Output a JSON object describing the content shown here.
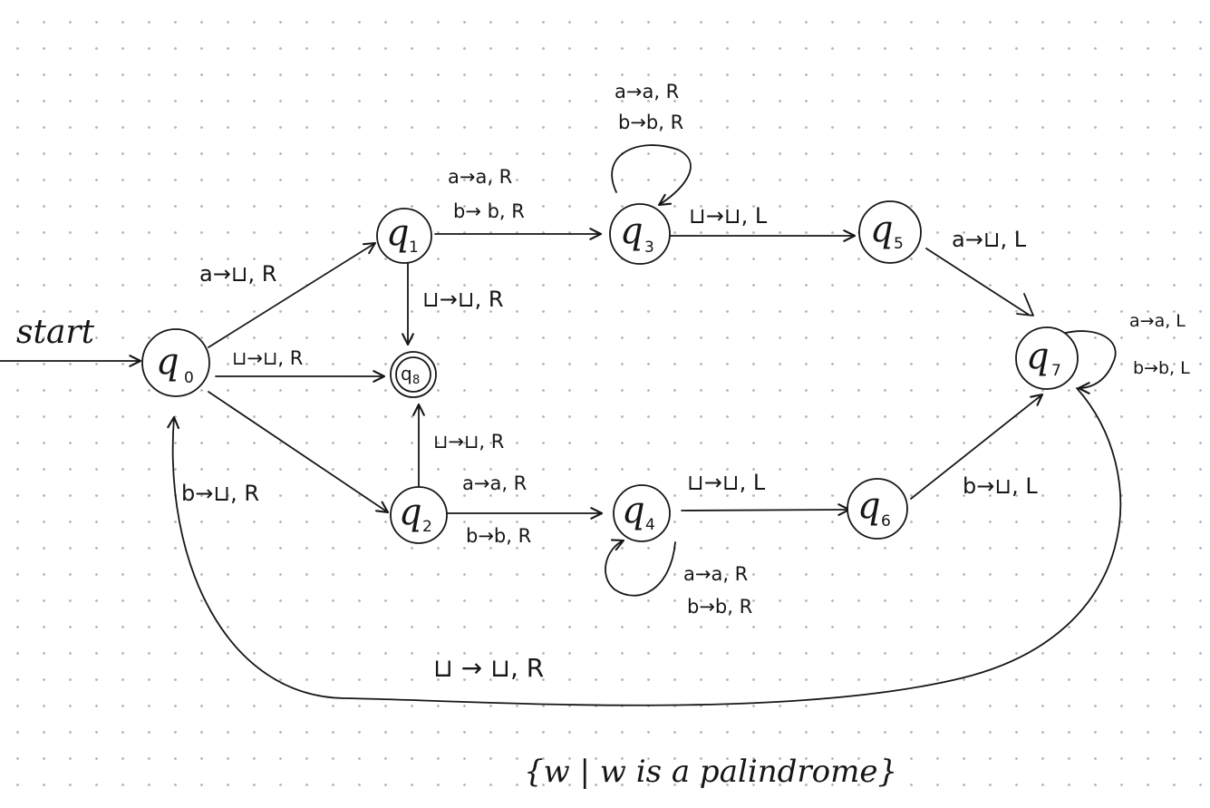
{
  "diagram": {
    "start_label": "start",
    "caption": "{w | w is a palindrome}",
    "states": [
      {
        "id": "q0",
        "letter": "q",
        "sub": "0",
        "accept": false
      },
      {
        "id": "q1",
        "letter": "q",
        "sub": "1",
        "accept": false
      },
      {
        "id": "q2",
        "letter": "q",
        "sub": "2",
        "accept": false
      },
      {
        "id": "q3",
        "letter": "q",
        "sub": "3",
        "accept": false
      },
      {
        "id": "q4",
        "letter": "q",
        "sub": "4",
        "accept": false
      },
      {
        "id": "q5",
        "letter": "q",
        "sub": "5",
        "accept": false
      },
      {
        "id": "q6",
        "letter": "q",
        "sub": "6",
        "accept": false
      },
      {
        "id": "q7",
        "letter": "q",
        "sub": "7",
        "accept": false
      },
      {
        "id": "q8",
        "letter": "q",
        "sub": "8",
        "accept": true
      }
    ],
    "transitions": [
      {
        "from": "q0",
        "to": "q1",
        "labels": [
          "a→⊔, R"
        ]
      },
      {
        "from": "q0",
        "to": "q8",
        "labels": [
          "⊔→⊔, R"
        ]
      },
      {
        "from": "q0",
        "to": "q2",
        "labels": [
          "b→⊔, R"
        ]
      },
      {
        "from": "q1",
        "to": "q3",
        "labels": [
          "a→a, R",
          "b→ b, R"
        ]
      },
      {
        "from": "q1",
        "to": "q8",
        "labels": [
          "⊔→⊔, R"
        ]
      },
      {
        "from": "q3",
        "to": "q3",
        "labels": [
          "a→a, R",
          "b→b, R"
        ]
      },
      {
        "from": "q3",
        "to": "q5",
        "labels": [
          "⊔→⊔, L"
        ]
      },
      {
        "from": "q5",
        "to": "q7",
        "labels": [
          "a→⊔, L"
        ]
      },
      {
        "from": "q7",
        "to": "q7",
        "labels": [
          "a→a, L",
          "b→b, L"
        ]
      },
      {
        "from": "q2",
        "to": "q8",
        "labels": [
          "⊔→⊔, R"
        ]
      },
      {
        "from": "q2",
        "to": "q4",
        "labels": [
          "a→a, R",
          "b→b, R"
        ]
      },
      {
        "from": "q4",
        "to": "q4",
        "labels": [
          "a→a, R",
          "b→b, R"
        ]
      },
      {
        "from": "q4",
        "to": "q6",
        "labels": [
          "⊔→⊔, L"
        ]
      },
      {
        "from": "q6",
        "to": "q7",
        "labels": [
          "b→⊔, L"
        ]
      },
      {
        "from": "q7",
        "to": "q0",
        "labels": [
          "⊔ → ⊔, R"
        ]
      }
    ]
  }
}
